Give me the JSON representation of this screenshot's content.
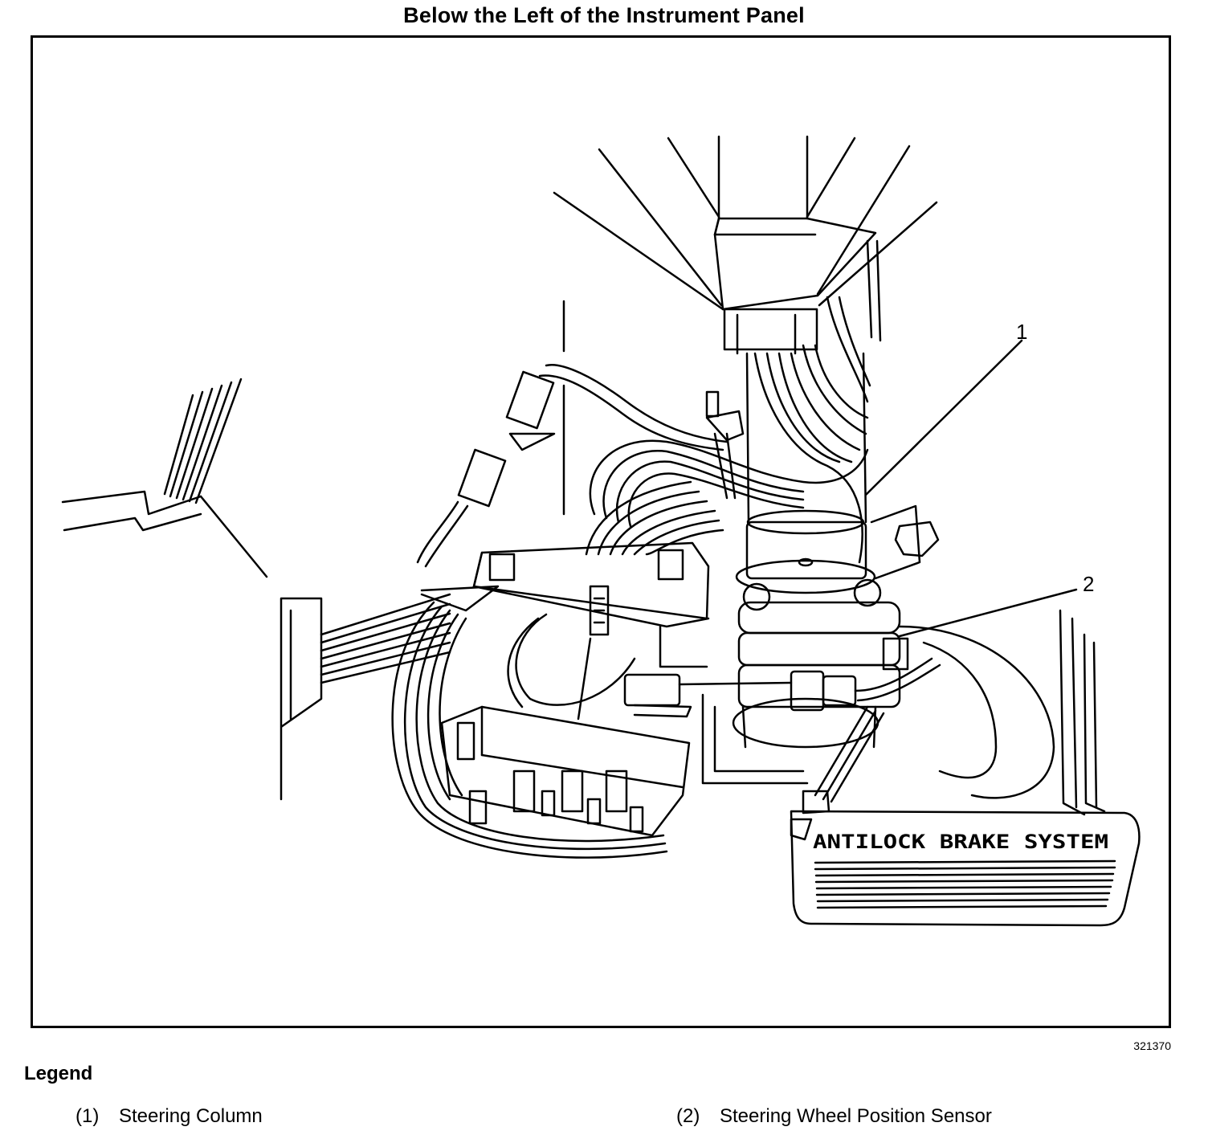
{
  "title": "Below the Left of the Instrument Panel",
  "figure_number": "321370",
  "callouts": [
    "1",
    "2"
  ],
  "pedal_text": "ANTILOCK BRAKE SYSTEM",
  "legend": {
    "heading": "Legend",
    "items": [
      {
        "number": "(1)",
        "label": "Steering Column"
      },
      {
        "number": "(2)",
        "label": "Steering Wheel Position Sensor"
      }
    ]
  }
}
